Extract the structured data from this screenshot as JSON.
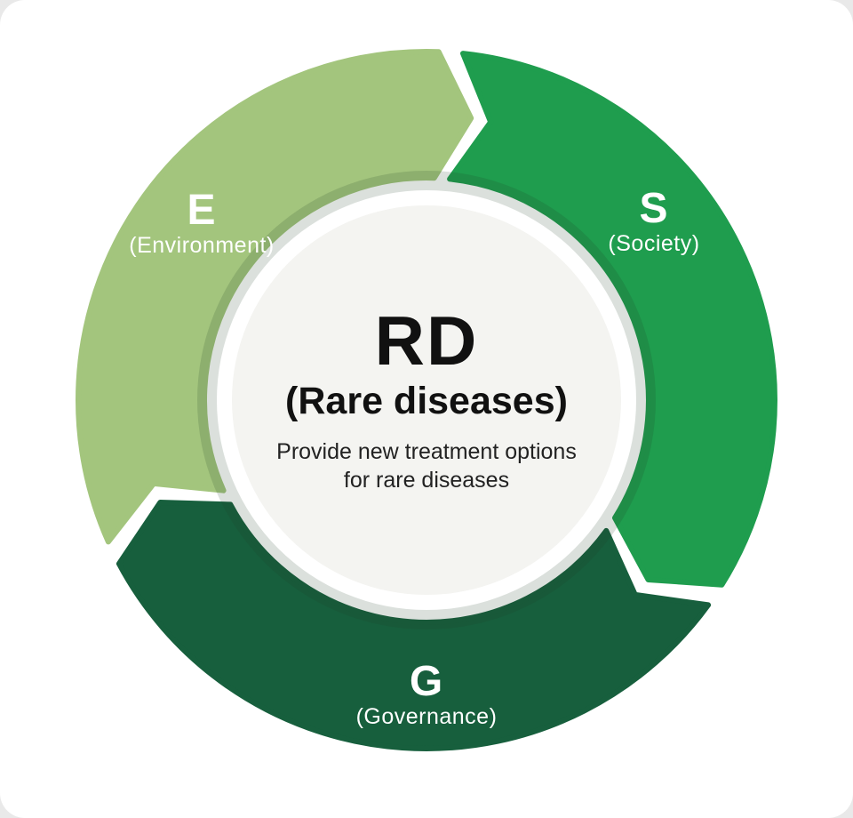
{
  "colors": {
    "environment": "#a3c57d",
    "society": "#1f9d4e",
    "governance": "#175f3d",
    "inner_circle": "#f4f4f1",
    "center_ring": "#ffffff",
    "title_text": "#111111",
    "description_text": "#222222",
    "segment_text": "#ffffff"
  },
  "segments": {
    "environment": {
      "letter": "E",
      "label": "(Environment)"
    },
    "society": {
      "letter": "S",
      "label": "(Society)"
    },
    "governance": {
      "letter": "G",
      "label": "(Governance)"
    }
  },
  "center": {
    "title": "RD",
    "subtitle": "(Rare diseases)",
    "description_line1": "Provide new treatment options",
    "description_line2": "for rare diseases"
  }
}
